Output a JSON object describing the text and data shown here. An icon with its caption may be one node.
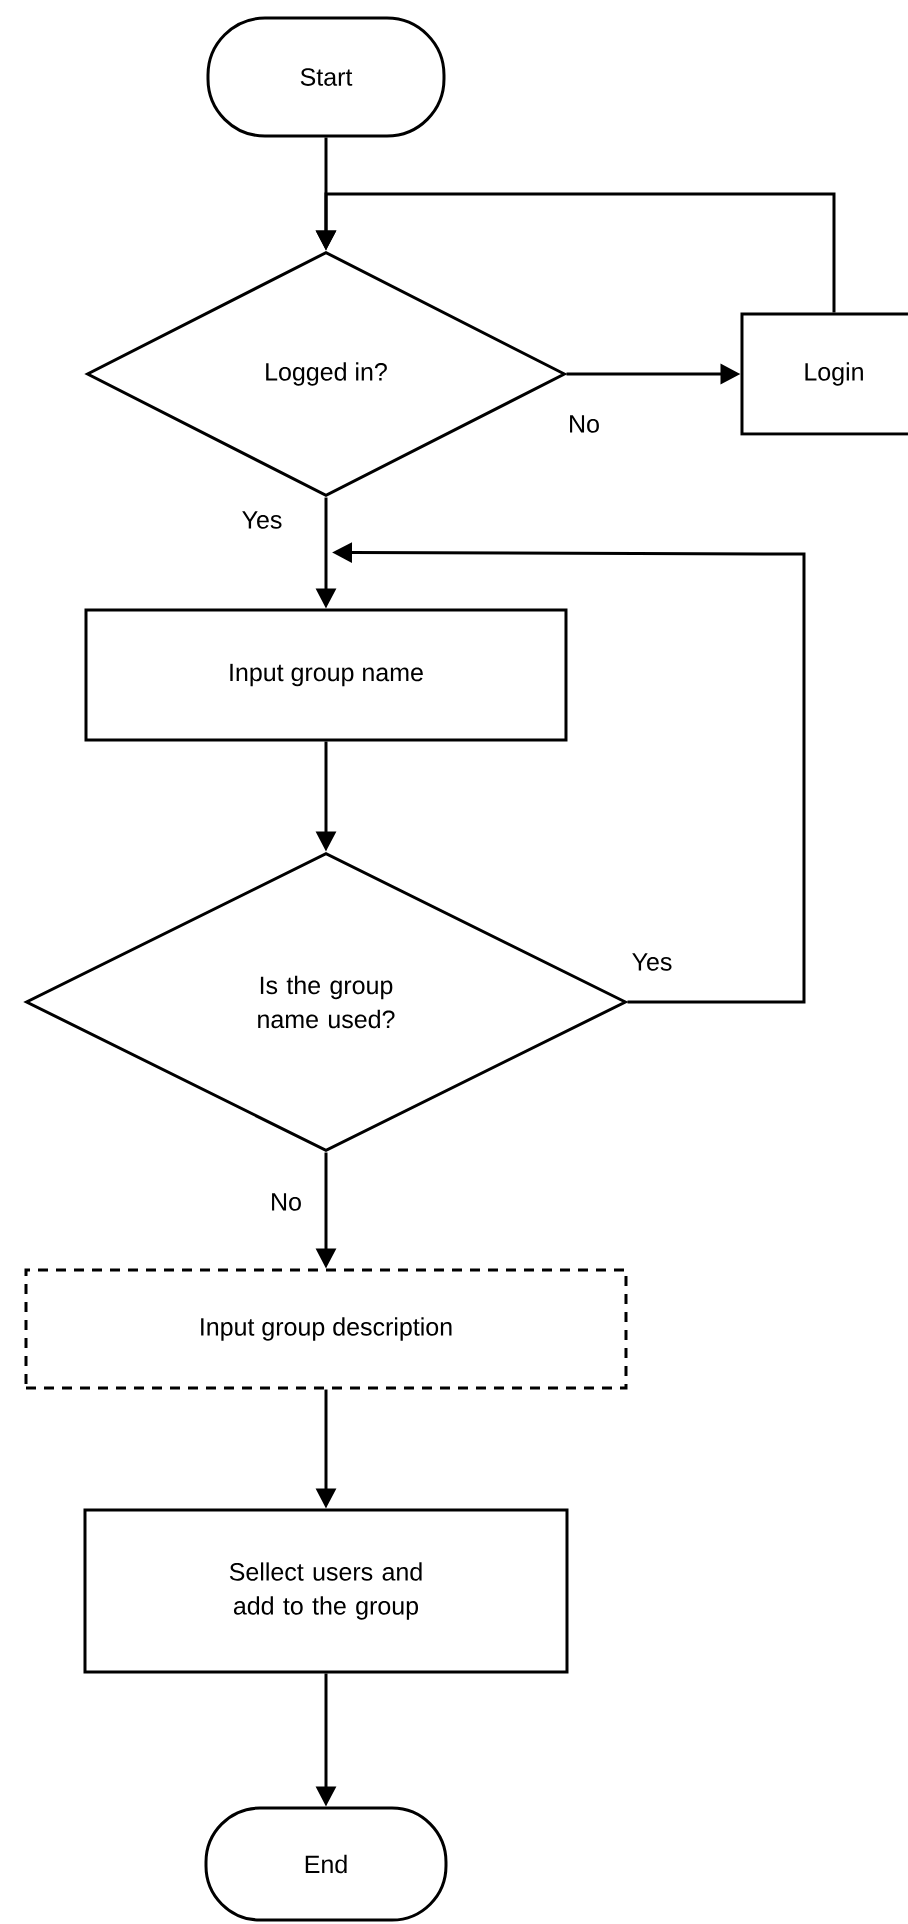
{
  "diagram": {
    "nodes": [
      {
        "text": [
          "Start"
        ]
      },
      {
        "text": [
          "Logged in?"
        ]
      },
      {
        "text": [
          "Login"
        ]
      },
      {
        "text": [
          "Input group name"
        ]
      },
      {
        "text": [
          "Is the group name used?"
        ]
      },
      {
        "text": [
          "Input group description"
        ]
      },
      {
        "text": [
          "Sellect users and add to the group"
        ]
      },
      {
        "text": [
          "End"
        ]
      }
    ],
    "edges": [
      {
        "from": 0,
        "to": 1,
        "arrow": "to"
      },
      {
        "from": 1,
        "to": 2,
        "arrow": "to",
        "label": "No"
      },
      {
        "from": 2,
        "to": 1,
        "arrow": "to"
      },
      {
        "from": 1,
        "to": 3,
        "arrow": "to",
        "label": "Yes"
      },
      {
        "from": 4,
        "to": 3,
        "arrow": "to",
        "label": "Yes"
      },
      {
        "from": 3,
        "to": 4,
        "arrow": "to"
      },
      {
        "from": 4,
        "to": 5,
        "arrow": "to",
        "label": "No"
      },
      {
        "from": 5,
        "to": 6,
        "arrow": "to"
      },
      {
        "from": 6,
        "to": 7,
        "arrow": "to"
      }
    ]
  }
}
